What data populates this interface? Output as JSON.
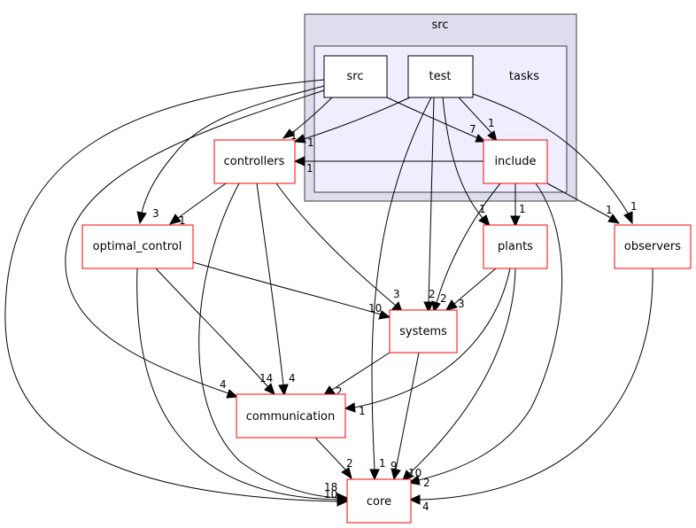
{
  "clusters": {
    "src": "src",
    "tasks": "tasks"
  },
  "nodes": {
    "src": "src",
    "test": "test",
    "controllers": "controllers",
    "include": "include",
    "optimal_control": "optimal_control",
    "plants": "plants",
    "observers": "observers",
    "systems": "systems",
    "communication": "communication",
    "core": "core"
  },
  "edge_labels": {
    "test_include": "1",
    "src_include": "7",
    "src_controllers": "1",
    "test_controllers": "1",
    "include_controllers": "1",
    "src_optimal_control": "3",
    "controllers_optimal_control": "1",
    "include_plants_a": "1",
    "include_plants_b": "1",
    "include_observers": "1",
    "test_observers": "1",
    "controllers_systems": "3",
    "test_systems": "2",
    "include_systems": "2",
    "plants_systems": "3",
    "optimal_control_systems": "10",
    "src_communication": "4",
    "optimal_control_communication": "14",
    "controllers_communication": "4",
    "systems_communication": "2",
    "plants_communication": "1",
    "communication_core": "2",
    "test_core": "1",
    "systems_core": "9",
    "plants_core": "10",
    "include_core": "2",
    "observers_core": "4",
    "controllers_core": "18",
    "optimal_control_core": "10"
  }
}
